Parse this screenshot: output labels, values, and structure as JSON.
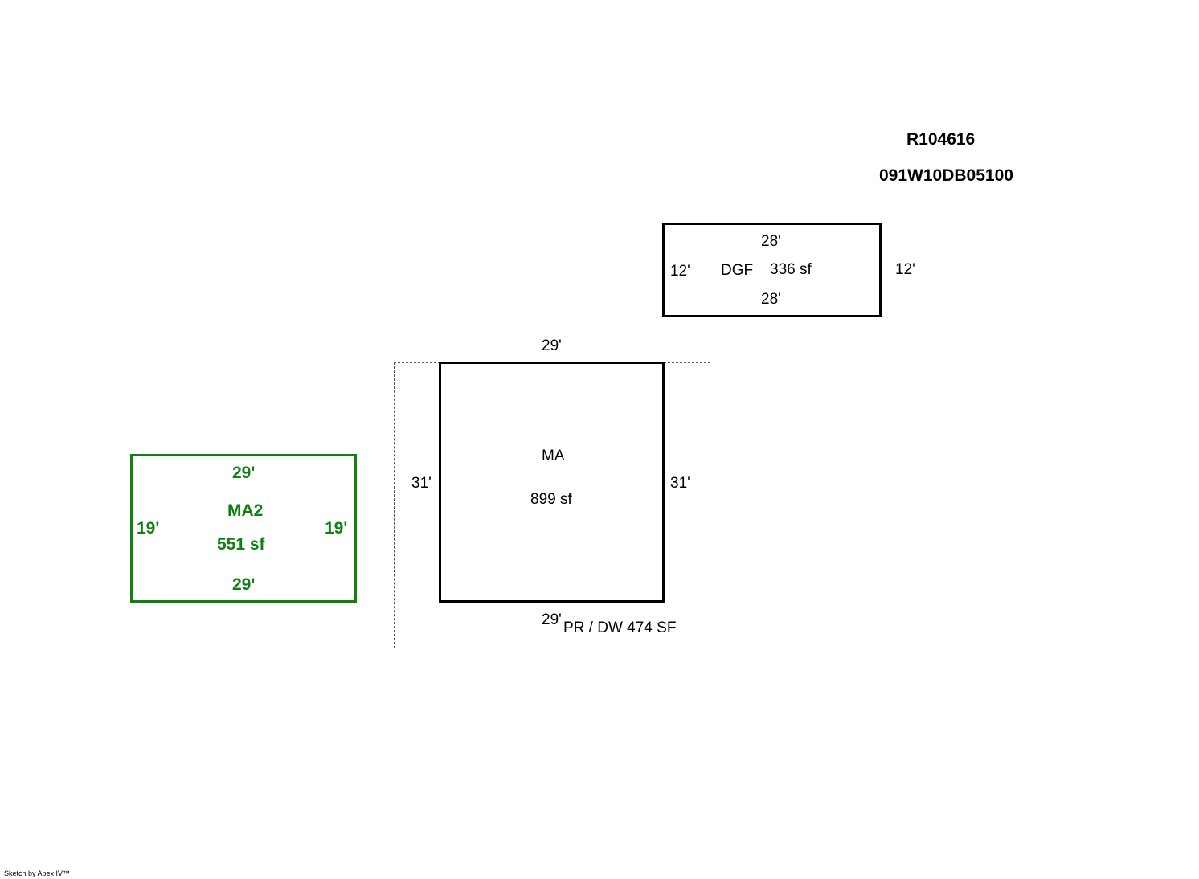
{
  "header": {
    "account": "R104616",
    "map_taxlot": "091W10DB05100"
  },
  "colors": {
    "line": "#000000",
    "ma2_accent": "#108010",
    "dashed": "#555555"
  },
  "areas": {
    "dgf": {
      "code": "DGF",
      "area": "336 sf",
      "top": "28'",
      "bottom": "28'",
      "left": "12'",
      "right": "12'"
    },
    "ma": {
      "code": "MA",
      "area": "899 sf",
      "top": "29'",
      "bottom": "29'",
      "left": "31'",
      "right": "31'"
    },
    "ma2": {
      "code": "MA2",
      "area": "551 sf",
      "top": "29'",
      "bottom": "29'",
      "left": "19'",
      "right": "19'"
    },
    "pr_dw": {
      "label": "PR / DW  474 SF"
    }
  },
  "footer": {
    "credit": "Sketch by Apex IV™"
  }
}
